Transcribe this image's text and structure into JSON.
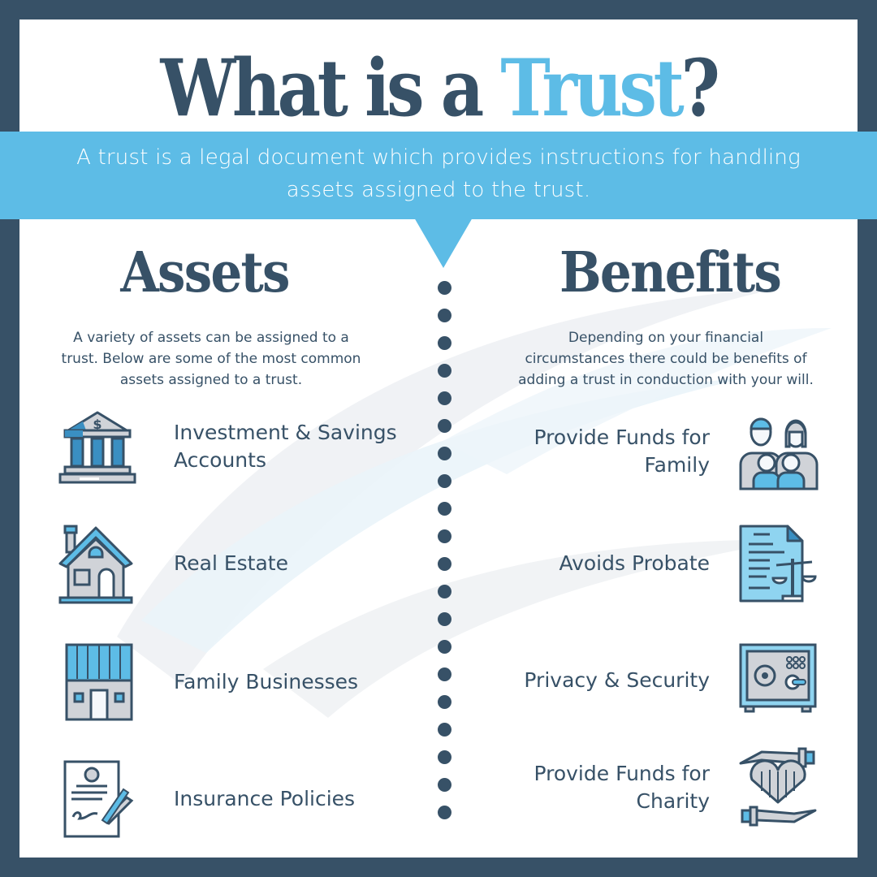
{
  "title": {
    "prefix": "What is a ",
    "accent": "Trust",
    "suffix": "?"
  },
  "banner": {
    "line1": "A trust is a legal document which provides instructions for handling",
    "line2": "assets assigned to the trust."
  },
  "assets": {
    "heading": "Assets",
    "description": [
      "A variety of assets can be assigned to a",
      "trust. Below are some of the most common",
      "assets assigned to a trust."
    ],
    "items": [
      {
        "icon": "bank-icon",
        "line1": "Investment & Savings",
        "line2": "Accounts"
      },
      {
        "icon": "house-icon",
        "line1": "Real Estate",
        "line2": ""
      },
      {
        "icon": "storefront-icon",
        "line1": "Family Businesses",
        "line2": ""
      },
      {
        "icon": "signed-document-icon",
        "line1": "Insurance Policies",
        "line2": ""
      }
    ]
  },
  "benefits": {
    "heading": "Benefits",
    "description": [
      "Depending on your financial",
      "circumstances there could be benefits of",
      "adding a trust in conduction with your will."
    ],
    "items": [
      {
        "icon": "family-icon",
        "line1": "Provide Funds for",
        "line2": "Family"
      },
      {
        "icon": "legal-document-scales-icon",
        "line1": "Avoids Probate",
        "line2": ""
      },
      {
        "icon": "safe-icon",
        "line1": "Privacy & Security",
        "line2": ""
      },
      {
        "icon": "hands-heart-icon",
        "line1": "Provide Funds for",
        "line2": "Charity"
      }
    ]
  },
  "colors": {
    "navy": "#375167",
    "sky_blue": "#5dbce6",
    "mid_blue": "#3a8fc2",
    "gray": "#d0d3d8",
    "white": "#ffffff"
  }
}
